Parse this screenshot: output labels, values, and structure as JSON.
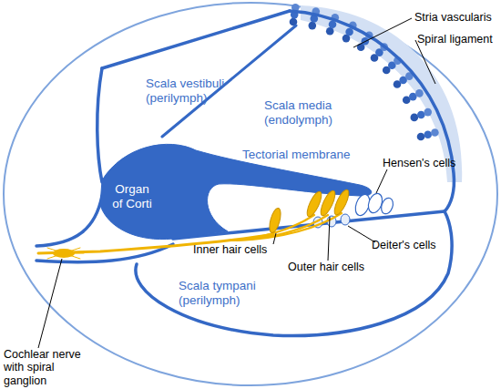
{
  "diagram": {
    "labels": [
      "Stria vascularis",
      "Spiral ligament",
      "Scala vestibuli (perilymph)",
      "Scala media (endolymph)",
      "Tectorial membrane",
      "Organ of Corti",
      "Hensen's cells",
      "Inner hair cells",
      "Deiter's cells",
      "Outer hair cells",
      "Scala tympani (perilymph)",
      "Cochlear nerve with spiral ganglion"
    ]
  }
}
